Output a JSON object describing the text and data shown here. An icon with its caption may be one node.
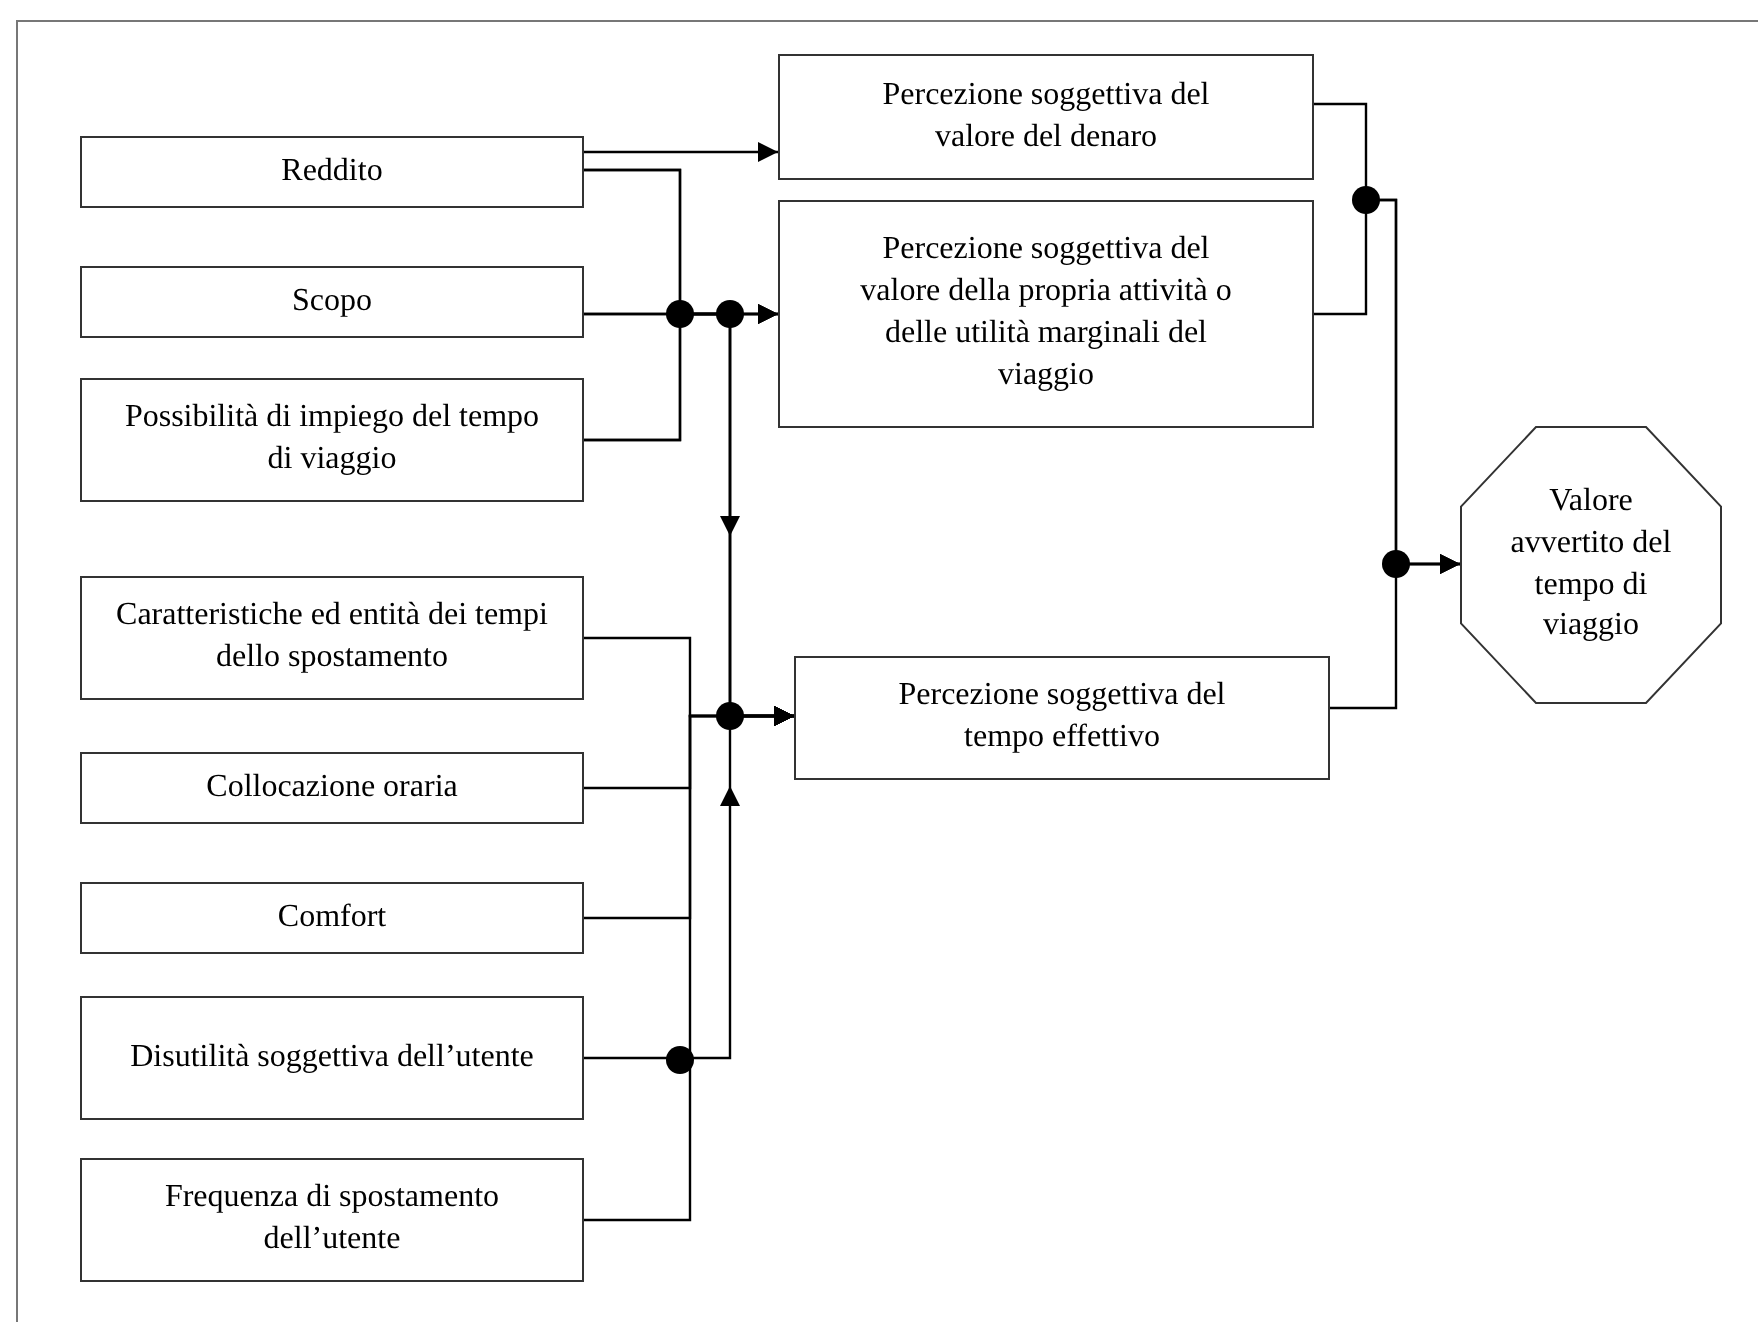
{
  "diagram": {
    "nodes": [
      {
        "text": [
          "Reddito"
        ]
      },
      {
        "text": [
          "Scopo"
        ]
      },
      {
        "text": [
          "Possibilità di impiego del tempo di viaggio"
        ]
      },
      {
        "text": [
          "Caratteristiche ed entità dei tempi dello spostamento"
        ]
      },
      {
        "text": [
          "Collocazione oraria"
        ]
      },
      {
        "text": [
          "Comfort"
        ]
      },
      {
        "text": [
          "Disutilità soggettiva dell’utente"
        ]
      },
      {
        "text": [
          "Frequenza di spostamento dell’utente"
        ]
      },
      {
        "text": [
          "Percezione soggettiva del valore del denaro"
        ]
      },
      {
        "text": [
          "Percezione soggettiva del valore della propria attività o delle utilità marginali del viaggio"
        ]
      },
      {
        "text": [
          "Percezione soggettiva del tempo effettivo"
        ]
      },
      {
        "text": [
          "Valore avvertito del tempo di viaggio"
        ]
      }
    ],
    "edges": [
      {
        "from": 0,
        "to": 8,
        "arrow": "to"
      },
      {
        "from": 0,
        "to": 9,
        "arrow": "to"
      },
      {
        "from": 1,
        "to": 9,
        "arrow": "to"
      },
      {
        "from": 2,
        "to": 9,
        "arrow": "to"
      },
      {
        "from": 0,
        "to": 10,
        "arrow": "to"
      },
      {
        "from": 1,
        "to": 10,
        "arrow": "to"
      },
      {
        "from": 2,
        "to": 10,
        "arrow": "to"
      },
      {
        "from": 3,
        "to": 10,
        "arrow": "to"
      },
      {
        "from": 4,
        "to": 10,
        "arrow": "to"
      },
      {
        "from": 5,
        "to": 10,
        "arrow": "to"
      },
      {
        "from": 6,
        "to": 10,
        "arrow": "to"
      },
      {
        "from": 7,
        "to": 10,
        "arrow": "to"
      },
      {
        "from": 8,
        "to": 11,
        "arrow": "to"
      },
      {
        "from": 9,
        "to": 11,
        "arrow": "to"
      },
      {
        "from": 10,
        "to": 11,
        "arrow": "to"
      }
    ]
  }
}
